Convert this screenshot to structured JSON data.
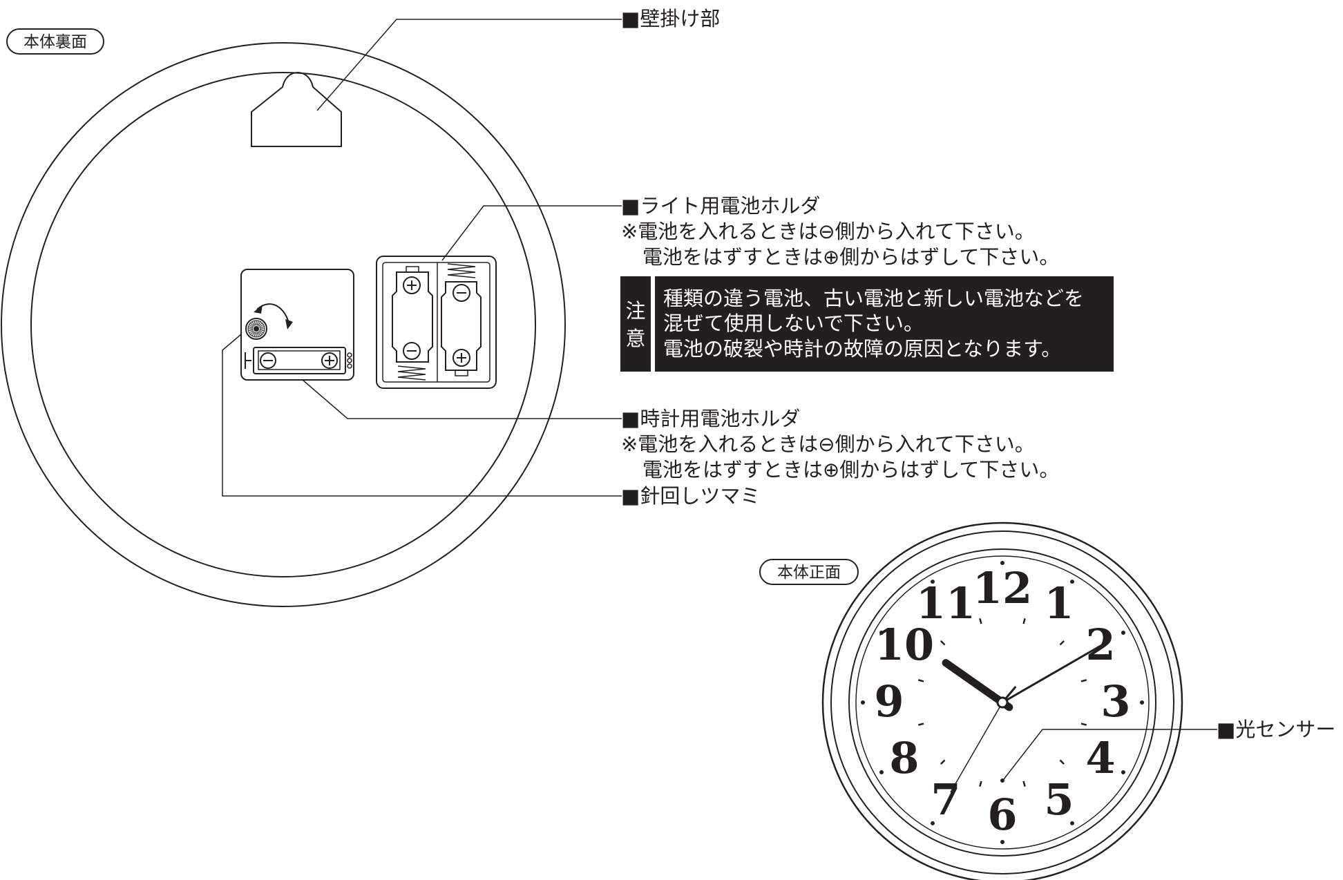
{
  "back_view": {
    "badge": "本体裏面",
    "labels": {
      "wall_hanger": "■壁掛け部",
      "light_battery_holder": "■ライト用電池ホルダ",
      "light_note_1": "※電池を入れるときは⊖側から入れて下さい。",
      "light_note_2": "電池をはずすときは⊕側からはずして下さい。",
      "clock_battery_holder": "■時計用電池ホルダ",
      "clock_note_1": "※電池を入れるときは⊖側から入れて下さい。",
      "clock_note_2": "電池をはずすときは⊕側からはずして下さい。",
      "hand_knob": "■針回しツマミ"
    }
  },
  "caution": {
    "tag_1": "注",
    "tag_2": "意",
    "line_1": "種類の違う電池、古い電池と新しい電池などを",
    "line_2": "混ぜて使用しないで下さい。",
    "line_3": "電池の破裂や時計の故障の原因となります。"
  },
  "front_view": {
    "badge": "本体正面",
    "light_sensor": "■光センサー",
    "dial_numbers": [
      "12",
      "1",
      "2",
      "3",
      "4",
      "5",
      "6",
      "7",
      "8",
      "9",
      "10",
      "11"
    ],
    "time_shown": {
      "hour": 10,
      "minute": 10,
      "second": 35
    }
  },
  "battery_symbols": {
    "plus": "+",
    "minus": "−"
  }
}
